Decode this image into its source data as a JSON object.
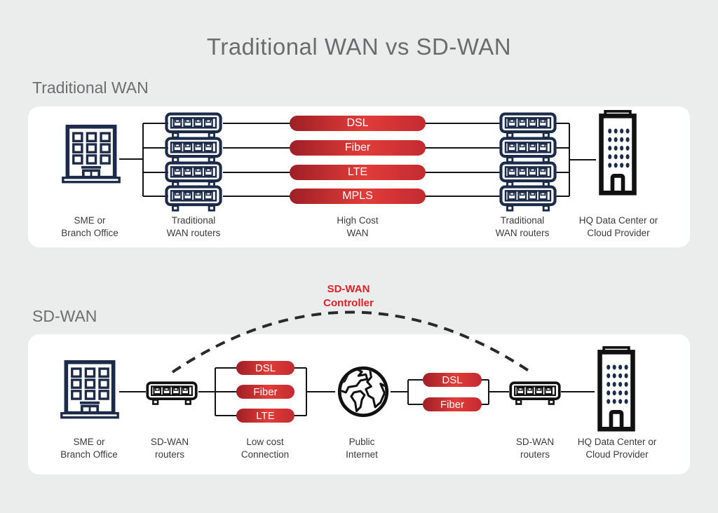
{
  "title": "Traditional WAN vs SD-WAN",
  "colors": {
    "background": "#ebecec",
    "panel": "#ffffff",
    "navy_icon": "#1c2b4a",
    "black_icon": "#111111",
    "title_gray": "#6b6c6e",
    "section_gray": "#6d6e70",
    "caption_text": "#3b3b3b",
    "controller_red": "#e01f26",
    "pill_gradient": [
      "#9e1f26",
      "#e13c39",
      "#c32b30"
    ],
    "connector_line": "#141414"
  },
  "icons": [
    "office-building-icon",
    "router-icon",
    "hq-building-icon",
    "globe-icon",
    "dashed-controller-arc"
  ],
  "traditional": {
    "section_label": "Traditional WAN",
    "links": [
      "DSL",
      "Fiber",
      "LTE",
      "MPLS"
    ],
    "captions": {
      "left_building": [
        "SME or",
        "Branch Office"
      ],
      "left_routers": [
        "Traditional",
        "WAN routers"
      ],
      "links_group": [
        "High Cost",
        "WAN"
      ],
      "right_routers": [
        "Traditional",
        "WAN routers"
      ],
      "right_building": [
        "HQ Data Center or",
        "Cloud Provider"
      ]
    }
  },
  "sdwan": {
    "section_label": "SD-WAN",
    "controller_label": [
      "SD-WAN",
      "Controller"
    ],
    "left_links": [
      "DSL",
      "Fiber",
      "LTE"
    ],
    "right_links": [
      "DSL",
      "Fiber"
    ],
    "captions": {
      "left_building": [
        "SME or",
        "Branch Office"
      ],
      "left_router": [
        "SD-WAN",
        "routers"
      ],
      "left_links_group": [
        "Low cost",
        "Connection"
      ],
      "internet": [
        "Public",
        "Internet"
      ],
      "right_router": [
        "SD-WAN",
        "routers"
      ],
      "right_building": [
        "HQ Data Center or",
        "Cloud Provider"
      ]
    }
  }
}
